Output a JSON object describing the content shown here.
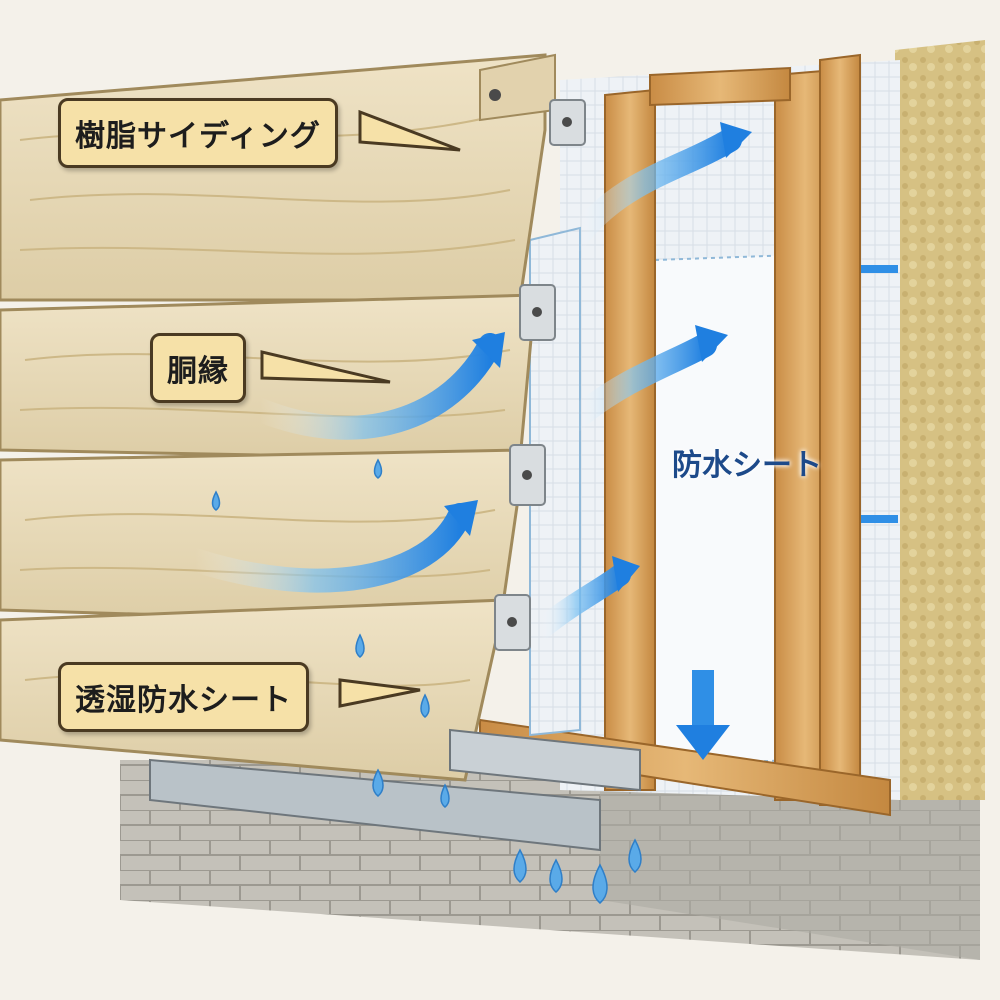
{
  "labels": {
    "resin_siding": "樹脂サイディング",
    "furring_strip": "胴縁",
    "breathable_membrane": "透湿防水シート",
    "waterproof_sheet": "防水シート"
  },
  "colors": {
    "siding": "#e9dcbc",
    "siding_edge": "#cbb98f",
    "wood": "#dba662",
    "wood_dark": "#a8722f",
    "membrane": "#eef2f6",
    "insulation": "#d8c48a",
    "air_arrow": "#2f8fe6",
    "water_drop": "#5aaae8",
    "foundation": "#b9b7b0",
    "metal": "#b9c2c8",
    "callout_fill": "#f6e1a8",
    "callout_border": "#4a3a22",
    "label_blue": "#1d4a8a"
  },
  "icons": [
    "air-flow-arrow-icon",
    "down-arrow-icon",
    "water-drop-icon",
    "screw-icon"
  ]
}
